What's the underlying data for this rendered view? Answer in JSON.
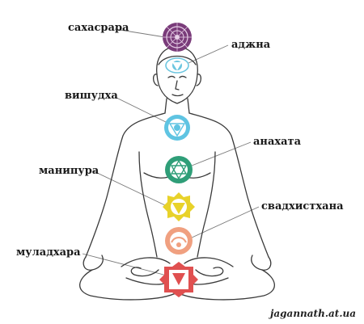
{
  "labels": {
    "sahasrara": "сахасрара",
    "ajna": "аджна",
    "vishuddha": "вишудха",
    "anahata": "анахата",
    "manipura": "манипура",
    "svadhisthana": "свадхистхана",
    "muladhara": "муладхара"
  },
  "watermark": "jagannath.at.ua",
  "colors": {
    "outline": "#3a3a3a",
    "leader": "#7a7a7a",
    "sahasrara": "#7a3c7a",
    "ajna": "#6cc6e0",
    "vishuddha": "#5fc4e2",
    "anahata": "#2f9e78",
    "manipura": "#e8d22a",
    "svadhisthana": "#f0a080",
    "muladhara": "#e05050"
  }
}
